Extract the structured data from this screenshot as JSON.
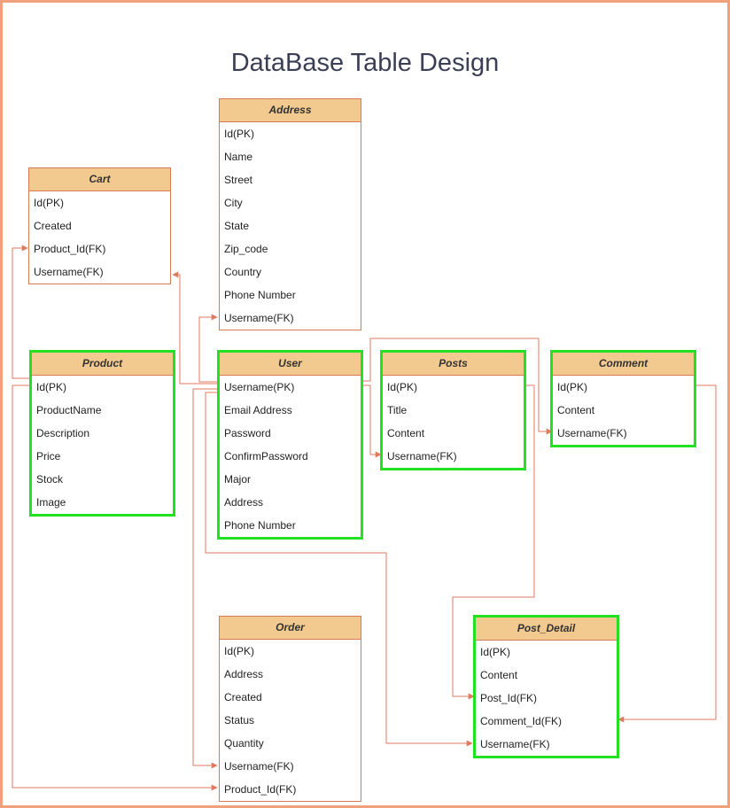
{
  "diagram": {
    "title": "DataBase Table Design"
  },
  "colors": {
    "header_fill": "#f2c98e",
    "border": "#d97a55",
    "connector": "#e07a5f",
    "highlight": "#22e022",
    "title_text": "#3a3f55"
  },
  "tables": {
    "address": {
      "name": "Address",
      "fields": [
        "Id(PK)",
        "Name",
        "Street",
        "City",
        "State",
        "Zip_code",
        "Country",
        "Phone Number",
        "Username(FK)"
      ]
    },
    "cart": {
      "name": "Cart",
      "fields": [
        "Id(PK)",
        "Created",
        "Product_Id(FK)",
        "Username(FK)"
      ]
    },
    "product": {
      "name": "Product",
      "fields": [
        "Id(PK)",
        "ProductName",
        "Description",
        "Price",
        "Stock",
        "Image"
      ]
    },
    "user": {
      "name": "User",
      "fields": [
        "Username(PK)",
        "Email Address",
        "Password",
        "ConfirmPassword",
        "Major",
        "Address",
        "Phone Number"
      ]
    },
    "posts": {
      "name": "Posts",
      "fields": [
        "Id(PK)",
        "Title",
        "Content",
        "Username(FK)"
      ]
    },
    "comment": {
      "name": "Comment",
      "fields": [
        "Id(PK)",
        "Content",
        "Username(FK)"
      ]
    },
    "order": {
      "name": "Order",
      "fields": [
        "Id(PK)",
        "Address",
        "Created",
        "Status",
        "Quantity",
        "Username(FK)",
        "Product_Id(FK)"
      ]
    },
    "post_detail": {
      "name": "Post_Detail",
      "fields": [
        "Id(PK)",
        "Content",
        "Post_Id(FK)",
        "Comment_Id(FK)",
        "Username(FK)"
      ]
    }
  }
}
